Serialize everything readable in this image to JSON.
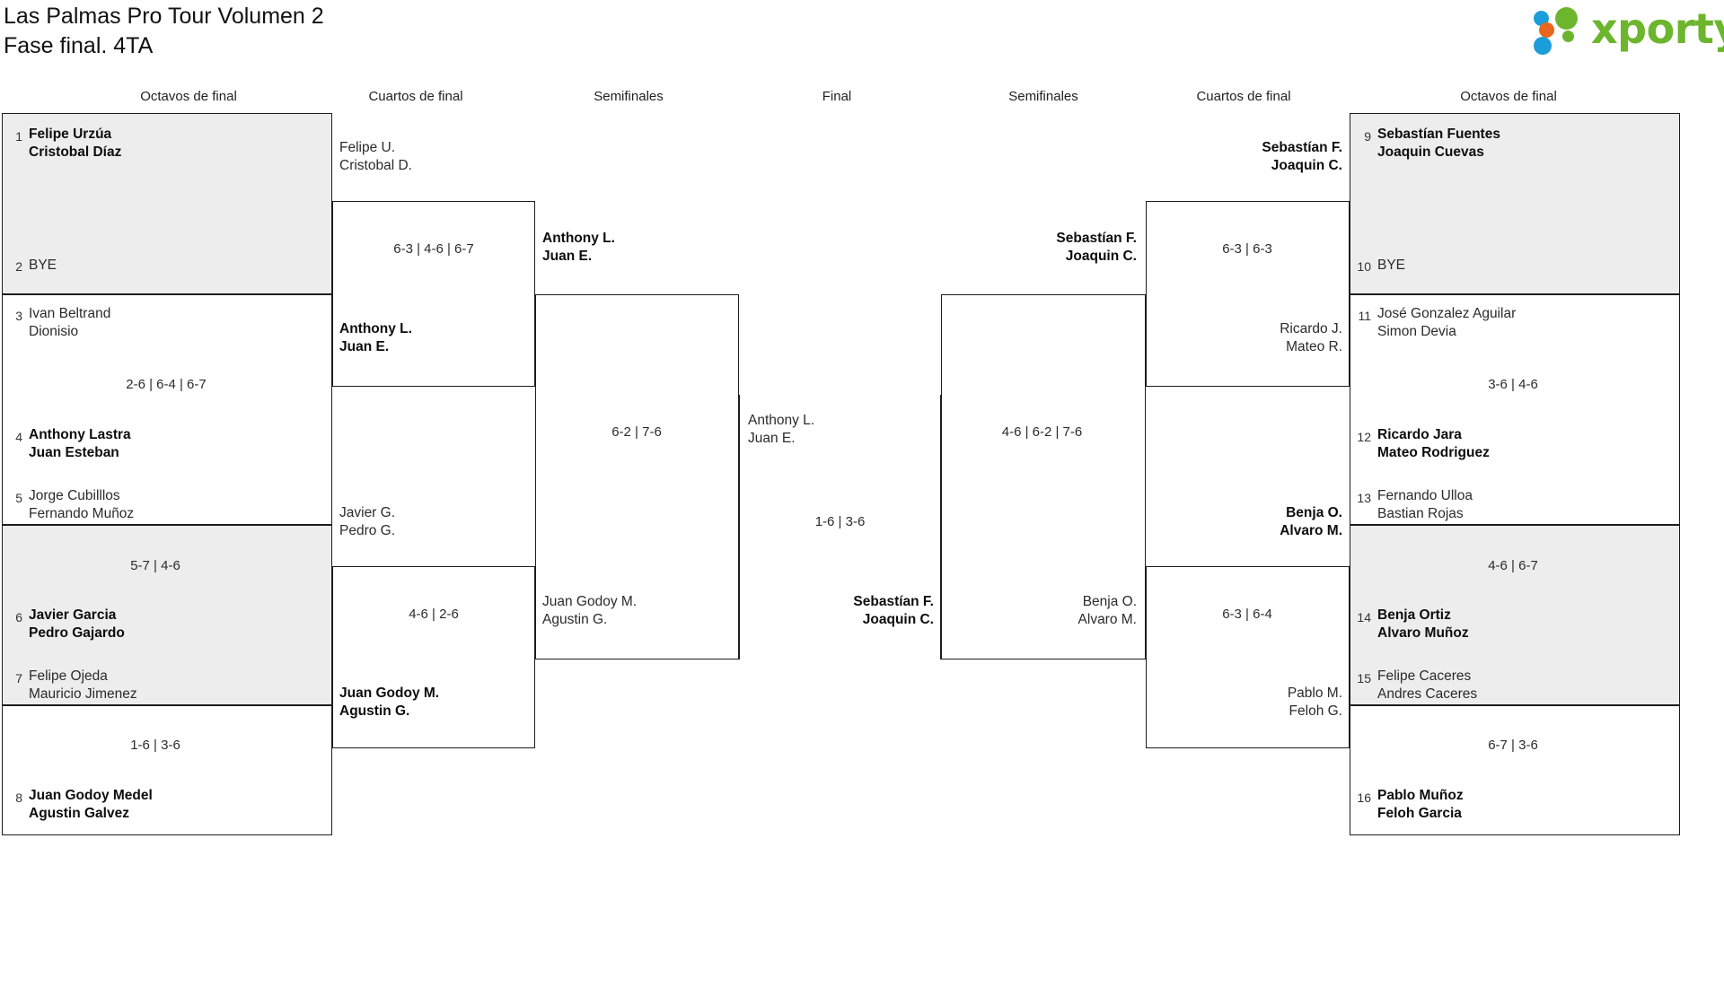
{
  "header": {
    "title_line1": "Las Palmas Pro Tour Volumen 2",
    "title_line2": "Fase final. 4TA"
  },
  "logo": {
    "wordmark": "xporty",
    "colors": {
      "green": "#6cb52d",
      "blue": "#1b9dd9",
      "orange": "#e8671c"
    }
  },
  "round_headers": {
    "left_r16": "Octavos de final",
    "left_qf": "Cuartos de final",
    "left_sf": "Semifinales",
    "final": "Final",
    "right_sf": "Semifinales",
    "right_qf": "Cuartos de final",
    "right_r16": "Octavos de final"
  },
  "bracket": {
    "left_r16": [
      {
        "score": "",
        "top": {
          "seed": "1",
          "line1": "Felipe Urzúa",
          "line2": "Cristobal Díaz",
          "winner": true
        },
        "bottom": {
          "seed": "2",
          "line1": "BYE",
          "line2": "",
          "winner": false,
          "bye": true
        }
      },
      {
        "score": "2-6 | 6-4 | 6-7",
        "top": {
          "seed": "3",
          "line1": "Ivan Beltrand",
          "line2": "Dionisio",
          "winner": false
        },
        "bottom": {
          "seed": "4",
          "line1": "Anthony Lastra",
          "line2": "Juan Esteban",
          "winner": true
        }
      },
      {
        "score": "5-7 | 4-6",
        "top": {
          "seed": "5",
          "line1": "Jorge Cubilllos",
          "line2": "Fernando Muñoz",
          "winner": false
        },
        "bottom": {
          "seed": "6",
          "line1": "Javier Garcia",
          "line2": "Pedro Gajardo",
          "winner": true
        }
      },
      {
        "score": "1-6 | 3-6",
        "top": {
          "seed": "7",
          "line1": "Felipe Ojeda",
          "line2": "Mauricio Jimenez",
          "winner": false
        },
        "bottom": {
          "seed": "8",
          "line1": "Juan Godoy Medel",
          "line2": "Agustin Galvez",
          "winner": true
        }
      }
    ],
    "right_r16": [
      {
        "score": "",
        "top": {
          "seed": "9",
          "line1": "Sebastían Fuentes",
          "line2": "Joaquin Cuevas",
          "winner": true
        },
        "bottom": {
          "seed": "10",
          "line1": "BYE",
          "line2": "",
          "winner": false,
          "bye": true
        }
      },
      {
        "score": "3-6 | 4-6",
        "top": {
          "seed": "11",
          "line1": "José Gonzalez Aguilar",
          "line2": "Simon Devia",
          "winner": false
        },
        "bottom": {
          "seed": "12",
          "line1": "Ricardo Jara",
          "line2": "Mateo Rodriguez",
          "winner": true
        }
      },
      {
        "score": "4-6 | 6-7",
        "top": {
          "seed": "13",
          "line1": "Fernando Ulloa",
          "line2": "Bastian Rojas",
          "winner": false
        },
        "bottom": {
          "seed": "14",
          "line1": "Benja Ortiz",
          "line2": "Alvaro Muñoz",
          "winner": true
        }
      },
      {
        "score": "6-7 | 3-6",
        "top": {
          "seed": "15",
          "line1": "Felipe Caceres",
          "line2": "Andres Caceres",
          "winner": false
        },
        "bottom": {
          "seed": "16",
          "line1": "Pablo Muñoz",
          "line2": "Feloh Garcia",
          "winner": true
        }
      }
    ],
    "left_qf": [
      {
        "score": "6-3 | 4-6 | 6-7",
        "top": {
          "line1": "Felipe U.",
          "line2": "Cristobal D.",
          "winner": false
        },
        "bottom": {
          "line1": "Anthony L.",
          "line2": "Juan E.",
          "winner": true
        }
      },
      {
        "score": "4-6 | 2-6",
        "top": {
          "line1": "Javier G.",
          "line2": "Pedro G.",
          "winner": false
        },
        "bottom": {
          "line1": "Juan Godoy M.",
          "line2": "Agustin G.",
          "winner": true
        }
      }
    ],
    "right_qf": [
      {
        "score": "6-3 | 6-3",
        "top": {
          "line1": "Sebastían F.",
          "line2": "Joaquin C.",
          "winner": true
        },
        "bottom": {
          "line1": "Ricardo J.",
          "line2": "Mateo R.",
          "winner": false
        }
      },
      {
        "score": "6-3 | 6-4",
        "top": {
          "line1": "Benja O.",
          "line2": "Alvaro M.",
          "winner": true
        },
        "bottom": {
          "line1": "Pablo M.",
          "line2": "Feloh G.",
          "winner": false
        }
      }
    ],
    "left_sf": [
      {
        "score": "6-2 | 7-6",
        "top": {
          "line1": "Anthony L.",
          "line2": "Juan E.",
          "winner": true
        },
        "bottom": {
          "line1": "Juan Godoy M.",
          "line2": "Agustin G.",
          "winner": false
        }
      }
    ],
    "right_sf": [
      {
        "score": "4-6 | 6-2 | 7-6",
        "top": {
          "line1": "Sebastían F.",
          "line2": "Joaquin C.",
          "winner": true
        },
        "bottom": {
          "line1": "Benja O.",
          "line2": "Alvaro M.",
          "winner": false
        }
      }
    ],
    "final": [
      {
        "score": "1-6 | 3-6",
        "top": {
          "line1": "Anthony L.",
          "line2": "Juan E.",
          "winner": false
        },
        "bottom": {
          "line1": "Sebastían F.",
          "line2": "Joaquin C.",
          "winner": true
        }
      }
    ]
  }
}
